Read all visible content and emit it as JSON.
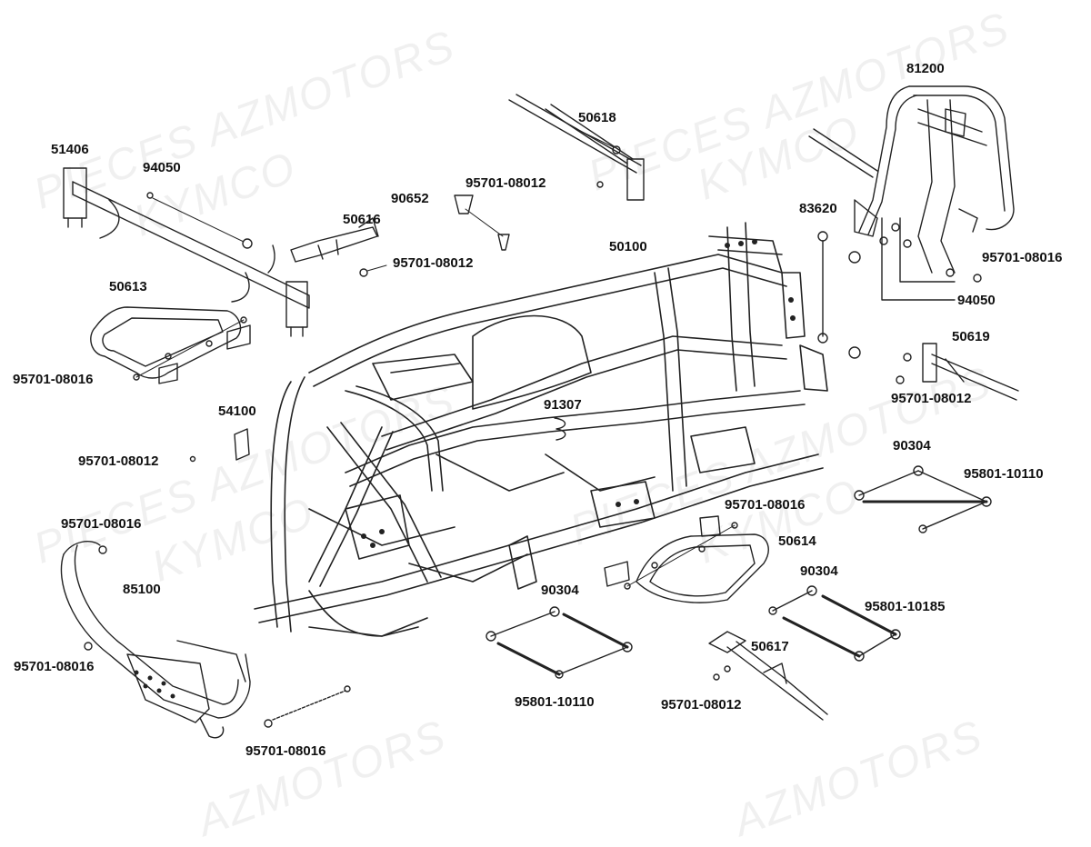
{
  "watermark": {
    "line1": "PIECES AZMOTORS",
    "line2": "KYMCO",
    "line3": "AZMOTORS"
  },
  "parts": {
    "p51406": "51406",
    "p94050a": "94050",
    "p50618": "50618",
    "p95701_08012a": "95701-08012",
    "p90652": "90652",
    "p50616": "50616",
    "p95701_08012b": "95701-08012",
    "p81200": "81200",
    "p83620": "83620",
    "p95701_08016a": "95701-08016",
    "p94050b": "94050",
    "p50100": "50100",
    "p50613": "50613",
    "p95701_08016b": "95701-08016",
    "p50619": "50619",
    "p95701_08012c": "95701-08012",
    "p54100": "54100",
    "p91307": "91307",
    "p95701_08012d": "95701-08012",
    "p90304a": "90304",
    "p95801_10110a": "95801-10110",
    "p95701_08016c": "95701-08016",
    "p95701_08016d": "95701-08016",
    "p50614": "50614",
    "p85100": "85100",
    "p90304b": "90304",
    "p90304c": "90304",
    "p95801_10185": "95801-10185",
    "p95701_08016e": "95701-08016",
    "p50617": "50617",
    "p95801_10110b": "95801-10110",
    "p95701_08012e": "95701-08012",
    "p95701_08016f": "95701-08016"
  }
}
